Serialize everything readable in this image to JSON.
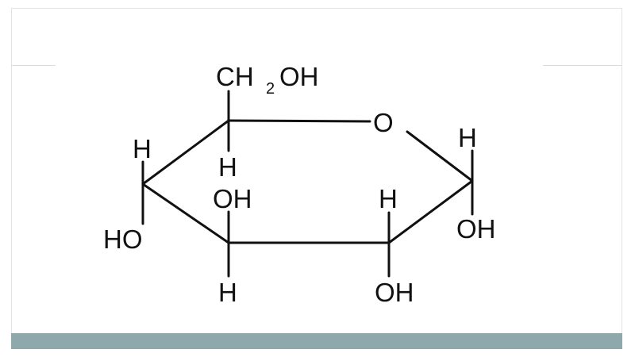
{
  "molecule": {
    "ring_oxygen": "O",
    "c5_group_main": "CH",
    "c5_group_subscript": "2",
    "c5_group_tail": "OH",
    "c5_h": "H",
    "c4_h": "H",
    "c4_oh": "HO",
    "c3_oh": "OH",
    "c3_h": "H",
    "c2_h": "H",
    "c2_oh": "OH",
    "c1_h": "H",
    "c1_oh": "OH"
  },
  "colors": {
    "footer_bar": "#8fa8ab",
    "bond": "#111111"
  }
}
